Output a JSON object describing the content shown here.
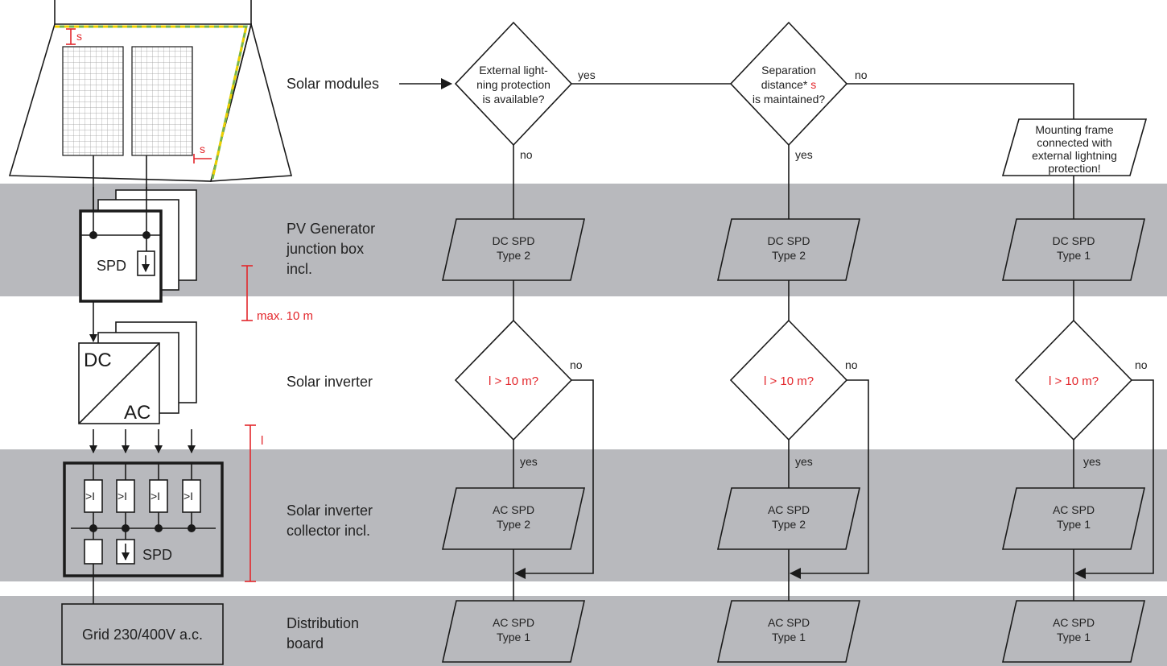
{
  "rows": {
    "solar_modules": "Solar modules",
    "junction_box_1": "PV Generator",
    "junction_box_2": "junction box",
    "junction_box_3": "incl.",
    "inverter": "Solar inverter",
    "collector_1": "Solar inverter",
    "collector_2": "collector incl.",
    "distribution_1": "Distribution",
    "distribution_2": "board"
  },
  "left_diagram": {
    "s_top": "s",
    "s_side": "s",
    "spd_box": "SPD",
    "dc": "DC",
    "ac": "AC",
    "fuse": ">I",
    "spd_collector": "SPD",
    "grid": "Grid 230/400V a.c.",
    "distance_label": "max. 10 m",
    "l_label": "l"
  },
  "decisions": {
    "external_1": "External light-",
    "external_2": "ning protection",
    "external_3": "is available?",
    "separation_1": "Separation",
    "separation_2": "distance*",
    "separation_s": "s",
    "separation_3": "is maintained?",
    "length_check": "l > 10 m?",
    "yes": "yes",
    "no": "no"
  },
  "mounting": {
    "line1": "Mounting frame",
    "line2": "connected with",
    "line3": "external lightning",
    "line4": "protection!"
  },
  "spd": {
    "dc_spd": "DC SPD",
    "ac_spd": "AC SPD",
    "type1": "Type 1",
    "type2": "Type 2"
  },
  "colors": {
    "band": "#b8b9bd",
    "accent_red": "#e3262b",
    "lightning_green": "#7ab648",
    "lightning_yellow": "#f0d000"
  }
}
